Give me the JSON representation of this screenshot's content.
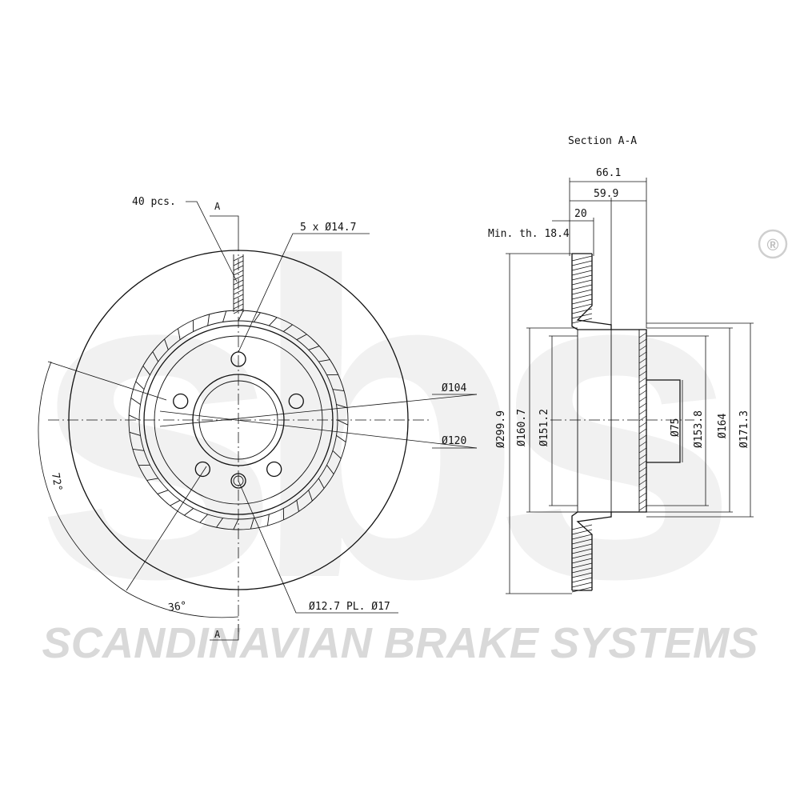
{
  "watermark": {
    "logo": "sbs",
    "registered": "®",
    "company": "SCANDINAVIAN BRAKE SYSTEMS"
  },
  "front_view": {
    "labels": {
      "vanes": "40 pcs.",
      "section_top": "A",
      "section_bottom": "A",
      "bolt_holes": "5 x Ø14.7",
      "pcd": "Ø104",
      "hub_dia": "Ø120",
      "angle_outer": "72°",
      "angle_inner": "36°",
      "small_hole": "Ø12.7 PL. Ø17"
    }
  },
  "section_view": {
    "title": "Section A-A",
    "dims": {
      "overall_height": "66.1",
      "hat_height": "59.9",
      "thickness": "20",
      "min_thickness": "Min. th. 18.4",
      "outer_dia": "Ø299.9",
      "d160_7": "Ø160.7",
      "d151_2": "Ø151.2",
      "d75": "Ø75",
      "d153_8": "Ø153.8",
      "d164": "Ø164",
      "d171_3": "Ø171.3"
    }
  }
}
